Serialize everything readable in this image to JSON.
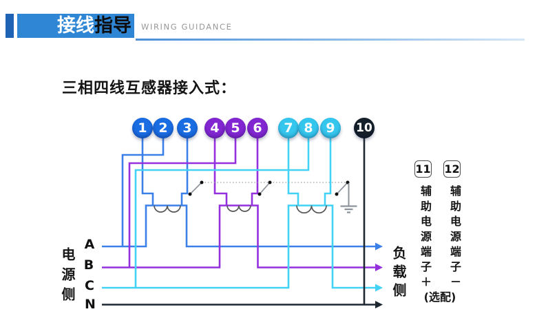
{
  "header": {
    "badge_primary": "接线",
    "badge_secondary": "指导",
    "subtitle": "WIRING GUIDANCE"
  },
  "section_title": "三相四线互感器接入式：",
  "terminals": [
    {
      "num": "1",
      "group": "phase_a"
    },
    {
      "num": "2",
      "group": "phase_a"
    },
    {
      "num": "3",
      "group": "phase_a"
    },
    {
      "num": "4",
      "group": "phase_b"
    },
    {
      "num": "5",
      "group": "phase_b"
    },
    {
      "num": "6",
      "group": "phase_b"
    },
    {
      "num": "7",
      "group": "phase_c"
    },
    {
      "num": "8",
      "group": "phase_c"
    },
    {
      "num": "9",
      "group": "phase_c"
    },
    {
      "num": "10",
      "group": "neutral"
    }
  ],
  "aux": {
    "t11": "11",
    "t12": "12",
    "t11_label": "辅助电源端子＋",
    "t12_label": "辅助电源端子－",
    "optional_note": "(选配)"
  },
  "labels": {
    "source_side": "电源侧",
    "load_side": "负载侧",
    "phase_a": "A",
    "phase_b": "B",
    "phase_c": "C",
    "neutral": "N"
  },
  "colors": {
    "wire_phase_a": "#3b80e8",
    "wire_phase_b": "#9430dd",
    "wire_phase_c": "#41d2f5",
    "wire_neutral": "#1d2730",
    "terminal_blue": "#1a6ce2",
    "terminal_purple": "#8226d2",
    "terminal_cyan": "#35c6ee",
    "terminal_dark": "#15202b",
    "header_badge": "#2e86d5",
    "header_accent": "#1f63b5"
  }
}
